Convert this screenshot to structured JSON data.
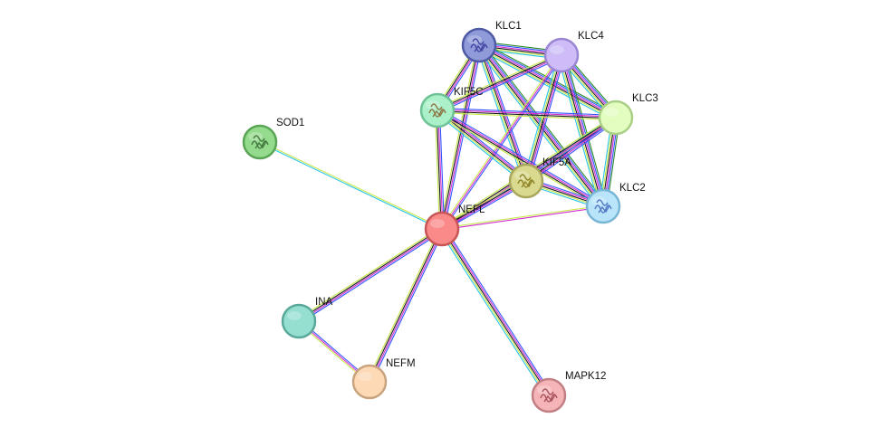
{
  "colors": {
    "background": "#ffffff",
    "evidence_lines": [
      "#2b8a2b",
      "#3355ff",
      "#d02ad0",
      "#1a1a1a",
      "#c8e84a",
      "#29c4e6"
    ],
    "label": "#111111"
  },
  "nodes": [
    {
      "id": "KLC1",
      "label": "KLC1",
      "fill": "#8f9ad9",
      "stroke": "#4f5aa6",
      "structure": true,
      "glyph_color": "#3d3d9e"
    },
    {
      "id": "KLC4",
      "label": "KLC4",
      "fill": "#cdbcf7",
      "stroke": "#9a86d3",
      "structure": false
    },
    {
      "id": "KIF5C",
      "label": "KIF5C",
      "fill": "#aaf0c8",
      "stroke": "#6ec394",
      "structure": true,
      "glyph_color": "#8a6a3a"
    },
    {
      "id": "KLC3",
      "label": "KLC3",
      "fill": "#e3fcc0",
      "stroke": "#a9cf86",
      "structure": false
    },
    {
      "id": "SOD1",
      "label": "SOD1",
      "fill": "#94db8d",
      "stroke": "#5aa555",
      "structure": true,
      "glyph_color": "#3d6e3a"
    },
    {
      "id": "KIF5A",
      "label": "KIF5A",
      "fill": "#d9d98f",
      "stroke": "#a9a65e",
      "structure": true,
      "glyph_color": "#8a7d1e"
    },
    {
      "id": "KLC2",
      "label": "KLC2",
      "fill": "#b9e4fa",
      "stroke": "#79b6d6",
      "structure": true,
      "glyph_color": "#4a6ec0"
    },
    {
      "id": "NEFL",
      "label": "NEFL",
      "fill": "#fa8a8a",
      "stroke": "#c85555",
      "structure": false
    },
    {
      "id": "INA",
      "label": "INA",
      "fill": "#94dfd0",
      "stroke": "#5aa89a",
      "structure": false
    },
    {
      "id": "NEFM",
      "label": "NEFM",
      "fill": "#fdd9b5",
      "stroke": "#c9a37e",
      "structure": false
    },
    {
      "id": "MAPK12",
      "label": "MAPK12",
      "fill": "#f5b5b8",
      "stroke": "#c27f83",
      "structure": true,
      "glyph_color": "#a04a55"
    }
  ],
  "edges": [
    {
      "source": "KLC1",
      "target": "KLC4",
      "evidence": [
        0,
        1,
        2,
        3,
        4,
        5
      ]
    },
    {
      "source": "KLC1",
      "target": "KIF5C",
      "evidence": [
        1,
        2,
        3,
        4
      ]
    },
    {
      "source": "KLC1",
      "target": "KLC3",
      "evidence": [
        0,
        1,
        2,
        3,
        4,
        5
      ]
    },
    {
      "source": "KLC1",
      "target": "KIF5A",
      "evidence": [
        1,
        2,
        3,
        4,
        5
      ]
    },
    {
      "source": "KLC1",
      "target": "KLC2",
      "evidence": [
        0,
        1,
        2,
        3,
        4,
        5
      ]
    },
    {
      "source": "KLC1",
      "target": "NEFL",
      "evidence": [
        1,
        2,
        3,
        4
      ]
    },
    {
      "source": "KLC4",
      "target": "KIF5C",
      "evidence": [
        1,
        2,
        3,
        4
      ]
    },
    {
      "source": "KLC4",
      "target": "KLC3",
      "evidence": [
        0,
        1,
        2,
        3,
        4,
        5
      ]
    },
    {
      "source": "KLC4",
      "target": "KIF5A",
      "evidence": [
        1,
        2,
        3,
        4,
        5
      ]
    },
    {
      "source": "KLC4",
      "target": "KLC2",
      "evidence": [
        0,
        1,
        2,
        3,
        4,
        5
      ]
    },
    {
      "source": "KLC4",
      "target": "NEFL",
      "evidence": [
        1,
        2,
        4
      ]
    },
    {
      "source": "KIF5C",
      "target": "KLC3",
      "evidence": [
        1,
        2,
        3,
        4
      ]
    },
    {
      "source": "KIF5C",
      "target": "KIF5A",
      "evidence": [
        1,
        2,
        3,
        4,
        5
      ]
    },
    {
      "source": "KIF5C",
      "target": "KLC2",
      "evidence": [
        1,
        2,
        3,
        4
      ]
    },
    {
      "source": "KIF5C",
      "target": "NEFL",
      "evidence": [
        1,
        2,
        3,
        4
      ]
    },
    {
      "source": "KLC3",
      "target": "KIF5A",
      "evidence": [
        1,
        2,
        3,
        4,
        5
      ]
    },
    {
      "source": "KLC3",
      "target": "KLC2",
      "evidence": [
        0,
        1,
        2,
        3,
        4,
        5
      ]
    },
    {
      "source": "KLC3",
      "target": "NEFL",
      "evidence": [
        1,
        2,
        3,
        4
      ]
    },
    {
      "source": "KIF5A",
      "target": "KLC2",
      "evidence": [
        1,
        2,
        3,
        4,
        5
      ]
    },
    {
      "source": "KIF5A",
      "target": "NEFL",
      "evidence": [
        1,
        2,
        3,
        4
      ]
    },
    {
      "source": "KLC2",
      "target": "NEFL",
      "evidence": [
        2,
        4
      ]
    },
    {
      "source": "SOD1",
      "target": "NEFL",
      "evidence": [
        4,
        5
      ]
    },
    {
      "source": "NEFL",
      "target": "INA",
      "evidence": [
        1,
        2,
        3,
        4
      ]
    },
    {
      "source": "NEFL",
      "target": "NEFM",
      "evidence": [
        1,
        2,
        3,
        4
      ]
    },
    {
      "source": "INA",
      "target": "NEFM",
      "evidence": [
        1,
        2,
        4
      ]
    },
    {
      "source": "NEFL",
      "target": "MAPK12",
      "evidence": [
        1,
        2,
        3,
        4,
        5
      ]
    }
  ]
}
